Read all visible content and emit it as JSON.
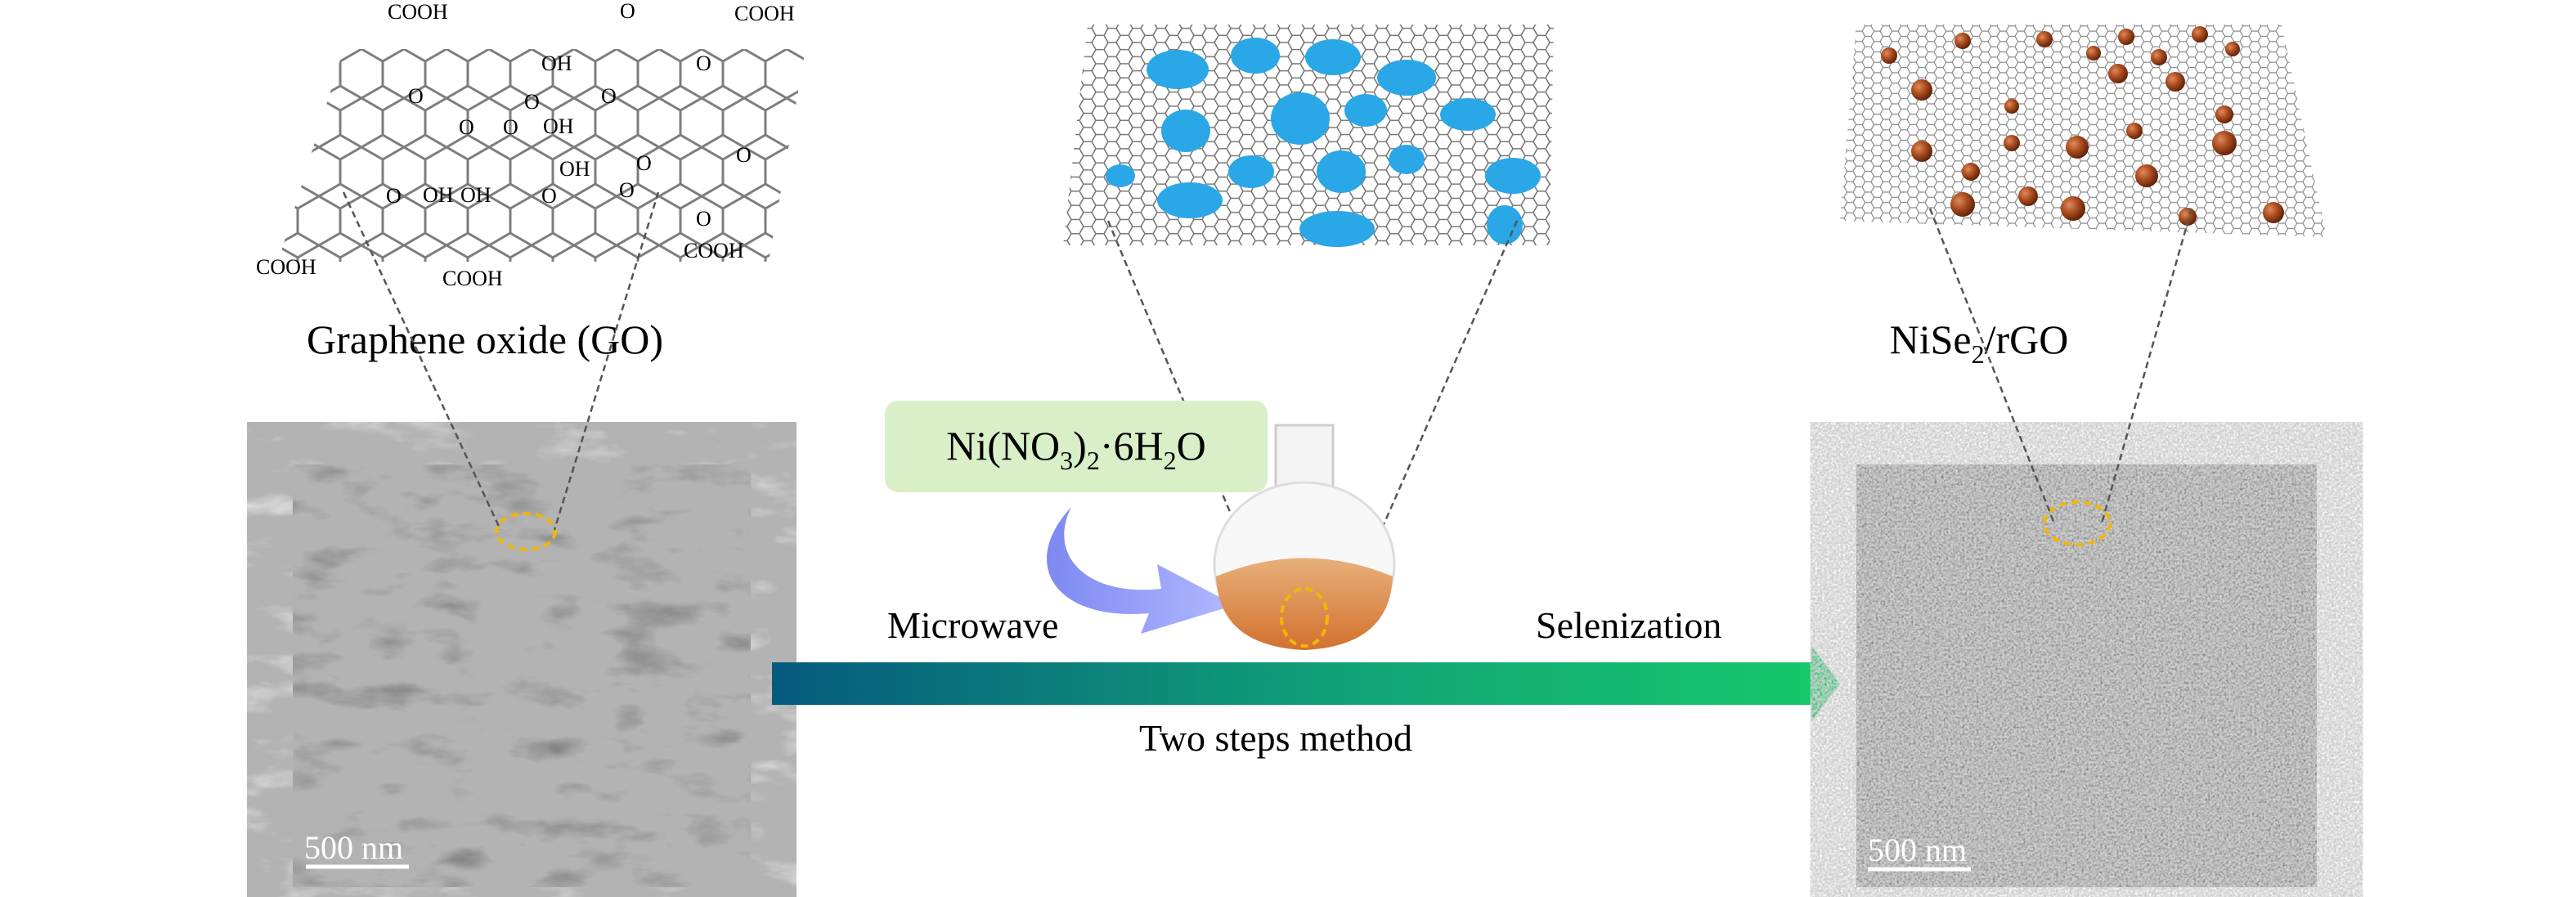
{
  "go_panel": {
    "title": "Graphene oxide (GO)",
    "groups": [
      "COOH",
      "O",
      "COOH",
      "OH",
      "O",
      "O",
      "O",
      "O",
      "O",
      "OH",
      "O",
      "O",
      "OH",
      "O",
      "O",
      "OH",
      "OH",
      "O",
      "O",
      "O",
      "COOH",
      "COOH",
      "COOH"
    ],
    "scale_bar": "500 nm"
  },
  "middle": {
    "reagent_parts": [
      "Ni(NO",
      "3",
      ")",
      "2",
      "·6H",
      "2",
      "O"
    ],
    "step1": "Microwave",
    "step2": "Selenization",
    "method": "Two steps method"
  },
  "product_panel": {
    "title_parts": [
      "NiSe",
      "2",
      "/rGO"
    ],
    "scale_bar": "500 nm"
  },
  "colors": {
    "arrow_start": "#065a7e",
    "arrow_end": "#17c96a",
    "blob": "#2aa7e6",
    "particle": "#a84a1f",
    "reagent_box": "#d8efc8",
    "circle": "#f2b705"
  }
}
